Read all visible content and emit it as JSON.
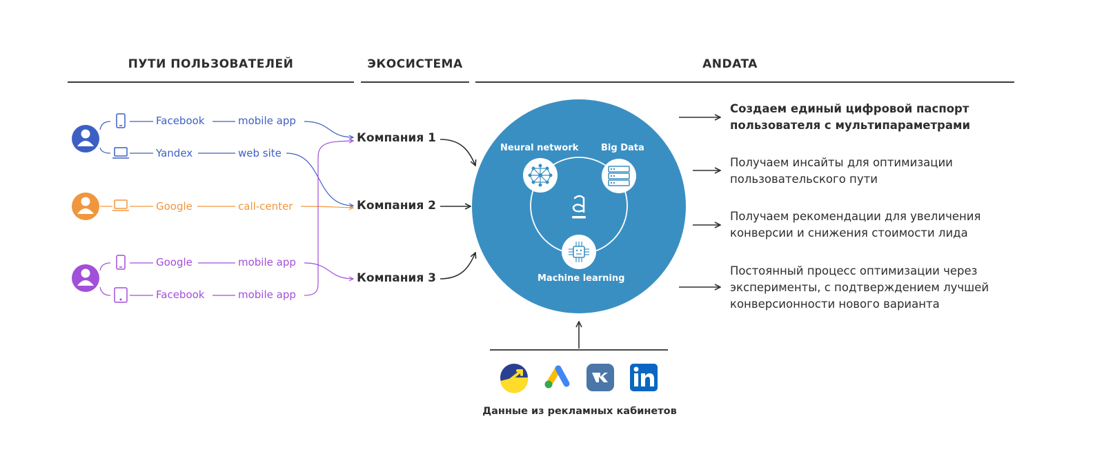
{
  "headers": {
    "user_paths": "ПУТИ ПОЛЬЗОВАТЕЛЕЙ",
    "ecosystem": "ЭКОСИСТЕМА",
    "andata": "ANDATA"
  },
  "user_paths": [
    {
      "color": "#3d5fc4",
      "device": "smartphone-icon",
      "source": "Facebook",
      "channel": "mobile app"
    },
    {
      "color": "#3d5fc4",
      "device": "laptop-icon",
      "source": "Yandex",
      "channel": "web site"
    },
    {
      "color": "#f0963c",
      "device": "laptop-icon",
      "source": "Google",
      "channel": "call-center"
    },
    {
      "color": "#a24fd9",
      "device": "smartphone-icon",
      "source": "Google",
      "channel": "mobile app"
    },
    {
      "color": "#a24fd9",
      "device": "tablet-icon",
      "source": "Facebook",
      "channel": "mobile app"
    }
  ],
  "companies": [
    "Компания 1",
    "Компания 2",
    "Компания 3"
  ],
  "andata_core": {
    "color": "#3a8fc2",
    "tools": {
      "neural": "Neural network",
      "bigdata": "Big Data",
      "ml": "Machine learning"
    }
  },
  "benefits": [
    "Создаем единый цифровой паспорт пользователя с мультипараметрами",
    "Получаем инсайты для оптимизации пользовательского пути",
    "Получаем рекомендации для увеличения конверсии и снижения стоимости лида",
    "Постоянный процесс оптимизации через эксперименты, с подтверждением лучшей конверсионности нового варианта"
  ],
  "ad_sources": {
    "caption": "Данные из рекламных кабинетов",
    "logos": [
      "yandex-direct-logo",
      "google-ads-logo",
      "vk-logo",
      "linkedin-logo"
    ]
  }
}
